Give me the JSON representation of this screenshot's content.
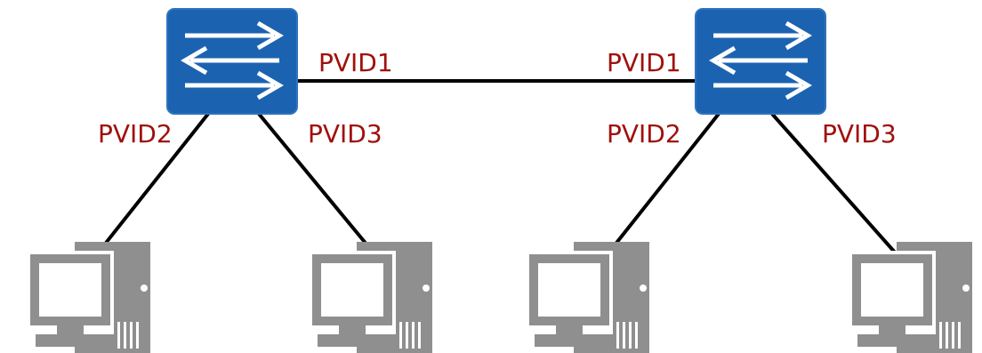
{
  "diagram": {
    "colors": {
      "switch_fill": "#1b63b0",
      "switch_border": "#2f74bd",
      "switch_arrows": "#ffffff",
      "link": "#000000",
      "label": "#a0100c",
      "pc": "#8f8f8f"
    },
    "icons": {
      "switch": "network-switch-icon",
      "pc": "desktop-computer-icon"
    },
    "switches": [
      {
        "id": "sw1",
        "uplink_port_label": "PVID1",
        "access_port_labels": [
          "PVID2",
          "PVID3"
        ]
      },
      {
        "id": "sw2",
        "uplink_port_label": "PVID1",
        "access_port_labels": [
          "PVID2",
          "PVID3"
        ]
      }
    ],
    "pcs": [
      {
        "id": "pc1",
        "attached_to": "sw1"
      },
      {
        "id": "pc2",
        "attached_to": "sw1"
      },
      {
        "id": "pc3",
        "attached_to": "sw2"
      },
      {
        "id": "pc4",
        "attached_to": "sw2"
      }
    ]
  }
}
